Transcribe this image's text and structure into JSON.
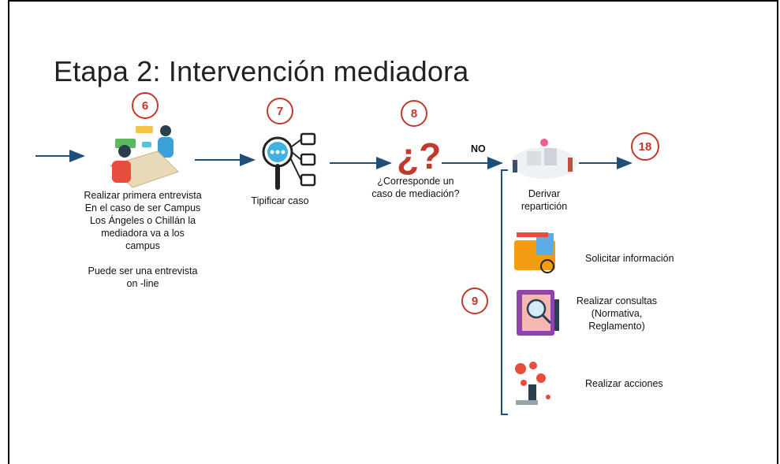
{
  "title": "Etapa 2: Intervención mediadora",
  "colors": {
    "badge": "#c0392b",
    "arrow": "#1f4e79"
  },
  "steps": {
    "s6": {
      "number": "6",
      "text": "Realizar primera  entrevista\nEn el caso de ser Campus\nLos Ángeles o Chillán la\nmediadora va a los\ncampus\n\nPuede ser una entrevista\non -line"
    },
    "s7": {
      "number": "7",
      "text": "Tipificar caso"
    },
    "s8": {
      "number": "8",
      "text": "¿Corresponde  un\ncaso de mediación?"
    },
    "no_label": "NO",
    "s18": {
      "number": "18"
    },
    "derivar": "Derivar\nrepartición",
    "s9": {
      "number": "9"
    },
    "options": [
      "Solicitar información",
      "Realizar consultas\n(Normativa,\nReglamento)",
      "Realizar acciones"
    ]
  }
}
